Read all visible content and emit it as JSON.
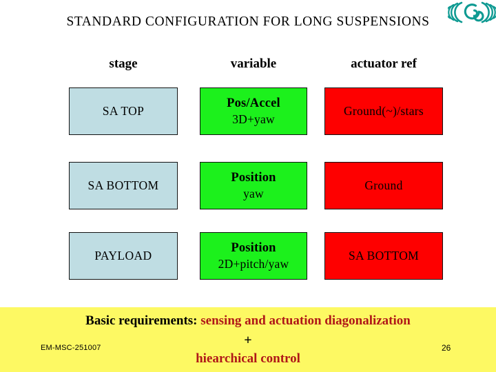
{
  "slide": {
    "title": "STANDARD CONFIGURATION FOR LONG SUSPENSIONS",
    "logo_name": "virgo-spiral-logo",
    "logo_color": "#0e9a92"
  },
  "table": {
    "headers": {
      "stage": "stage",
      "variable": "variable",
      "actuator": "actuator ref"
    },
    "colors": {
      "stage_bg": "#bfdde3",
      "variable_bg": "#1cf11c",
      "actuator_bg": "#fe0000",
      "border": "#111111"
    },
    "rows": [
      {
        "stage": "SA TOP",
        "variable_main": "Pos/Accel",
        "variable_sub": "3D+yaw",
        "actuator": "Ground(~)/stars"
      },
      {
        "stage": "SA BOTTOM",
        "variable_main": "Position",
        "variable_sub": "yaw",
        "actuator": "Ground"
      },
      {
        "stage": "PAYLOAD",
        "variable_main": "Position",
        "variable_sub": "2D+pitch/yaw",
        "actuator": "SA BOTTOM"
      }
    ]
  },
  "banner": {
    "background": "#fdf963",
    "requirements_label": "Basic requirements:",
    "requirements_highlight": "sensing and actuation diagonalization",
    "plus": "+",
    "second_requirement": "hiearchical control",
    "highlight_color": "#b01818",
    "doc_code": "EM-MSC-251007",
    "page_number": "26"
  }
}
